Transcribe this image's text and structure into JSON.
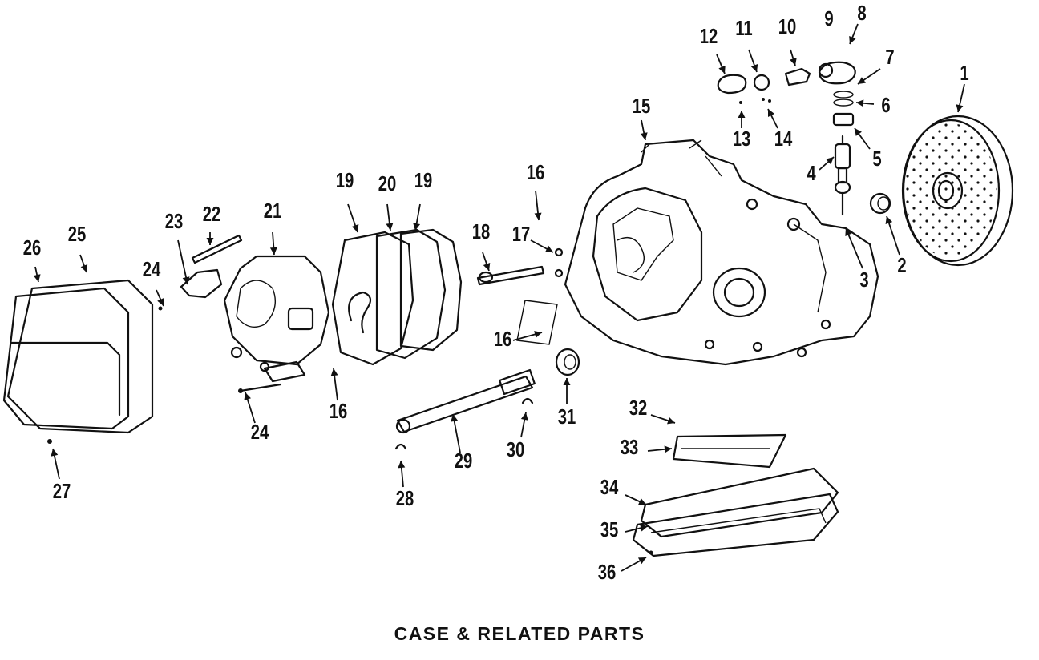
{
  "caption": "CASE & RELATED PARTS",
  "callouts": [
    {
      "label": "1"
    },
    {
      "label": "2"
    },
    {
      "label": "3"
    },
    {
      "label": "4"
    },
    {
      "label": "5"
    },
    {
      "label": "6"
    },
    {
      "label": "7"
    },
    {
      "label": "8"
    },
    {
      "label": "9"
    },
    {
      "label": "10"
    },
    {
      "label": "11"
    },
    {
      "label": "12"
    },
    {
      "label": "13"
    },
    {
      "label": "14"
    },
    {
      "label": "15"
    },
    {
      "label": "16"
    },
    {
      "label": "16"
    },
    {
      "label": "16"
    },
    {
      "label": "17"
    },
    {
      "label": "18"
    },
    {
      "label": "19"
    },
    {
      "label": "19"
    },
    {
      "label": "20"
    },
    {
      "label": "21"
    },
    {
      "label": "22"
    },
    {
      "label": "23"
    },
    {
      "label": "24"
    },
    {
      "label": "24"
    },
    {
      "label": "25"
    },
    {
      "label": "26"
    },
    {
      "label": "27"
    },
    {
      "label": "28"
    },
    {
      "label": "29"
    },
    {
      "label": "30"
    },
    {
      "label": "31"
    },
    {
      "label": "32"
    },
    {
      "label": "33"
    },
    {
      "label": "34"
    },
    {
      "label": "35"
    },
    {
      "label": "36"
    }
  ]
}
